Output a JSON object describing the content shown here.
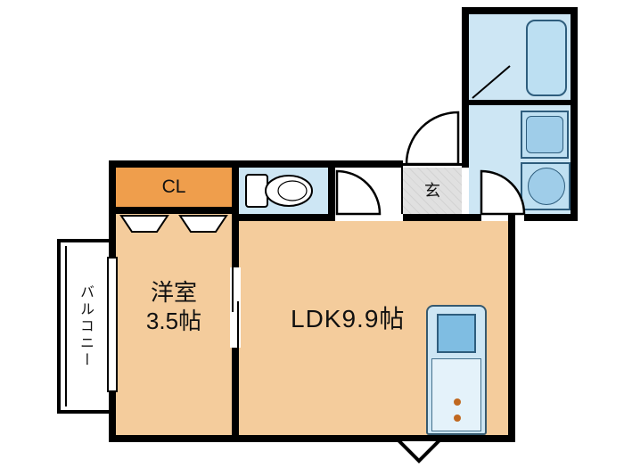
{
  "plan": {
    "title": "apartment-floorplan",
    "rooms": {
      "ldk": {
        "label": "LDK9.9帖"
      },
      "western": {
        "name": "洋室",
        "size": "3.5帖"
      },
      "closet": {
        "label": "CL"
      },
      "entrance": {
        "label": "玄"
      },
      "balcony": {
        "label": "バルコニー"
      }
    },
    "colors": {
      "room_peach": "#f4cc9c",
      "closet_orange": "#ef9e4c",
      "wet_area_blue": "#cde6f4",
      "fixture_blue": "#bfe0f2",
      "stove_blue": "#7fbde2",
      "knob_orange": "#c06820",
      "wall_black": "#000000",
      "entrance_floor_gray": "#d9d9d9"
    }
  }
}
